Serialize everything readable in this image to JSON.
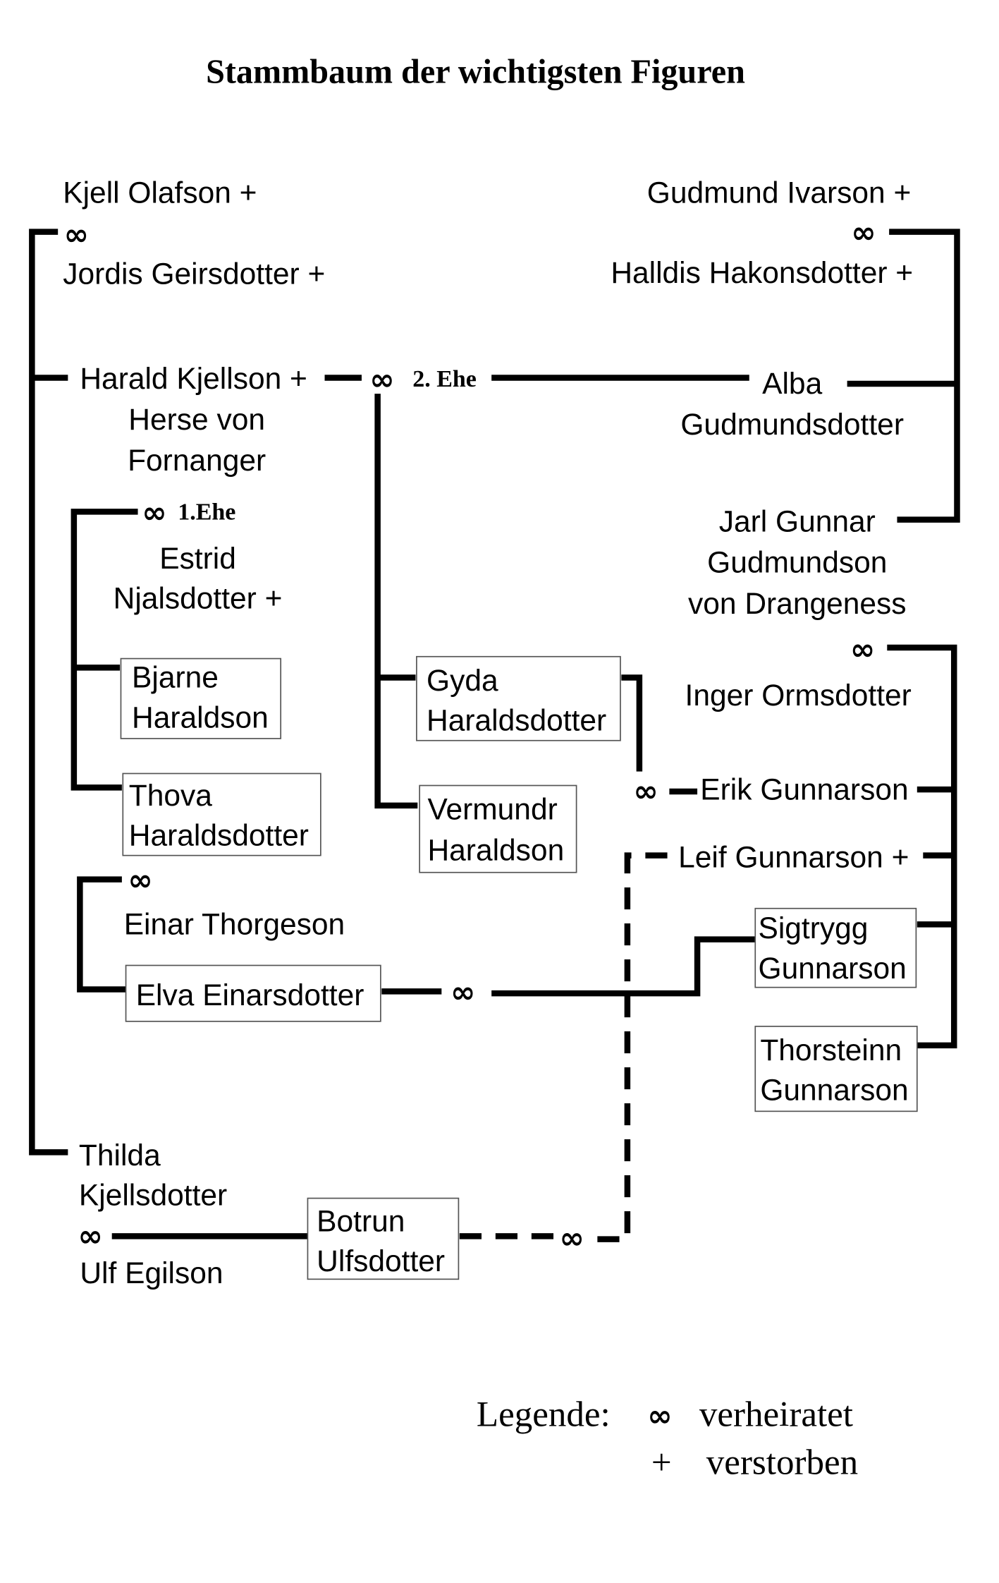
{
  "title": "Stammbaum der wichtigsten Figuren",
  "symbols": {
    "married": "∞",
    "deceased": "+"
  },
  "people": {
    "kjell": "Kjell Olafson +",
    "jordis": "Jordis Geirsdotter +",
    "gudmund": "Gudmund Ivarson +",
    "halldis": "Halldis Hakonsdotter +",
    "harald": [
      "Harald Kjellson +",
      "Herse von",
      "Fornanger"
    ],
    "alba": [
      "Alba",
      "Gudmundsdotter"
    ],
    "gunnar": [
      "Jarl Gunnar",
      "Gudmundson",
      "von Drangeness"
    ],
    "estrid": [
      "Estrid",
      "Njalsdotter +"
    ],
    "inger": "Inger Ormsdotter",
    "bjarne": [
      "Bjarne",
      "Haraldson"
    ],
    "thova": [
      "Thova",
      "Haraldsdotter"
    ],
    "gyda": [
      "Gyda",
      "Haraldsdotter"
    ],
    "vermundr": [
      "Vermundr",
      "Haraldson"
    ],
    "erik": "Erik Gunnarson",
    "leif": "Leif Gunnarson +",
    "einar": "Einar Thorgeson",
    "elva": "Elva Einarsdotter",
    "sigtrygg": [
      "Sigtrygg",
      "Gunnarson"
    ],
    "thorsteinn": [
      "Thorsteinn",
      "Gunnarson"
    ],
    "thilda": [
      "Thilda",
      "Kjellsdotter"
    ],
    "ulf": "Ulf Egilson",
    "botrun": [
      "Botrun",
      "Ulfsdotter"
    ]
  },
  "marriage_labels": {
    "second": "2. Ehe",
    "first": "1.Ehe"
  },
  "legend": {
    "label": "Legende:",
    "items": [
      {
        "symbol": "∞",
        "text": "verheiratet"
      },
      {
        "symbol": "+",
        "text": "verstorben"
      }
    ]
  }
}
